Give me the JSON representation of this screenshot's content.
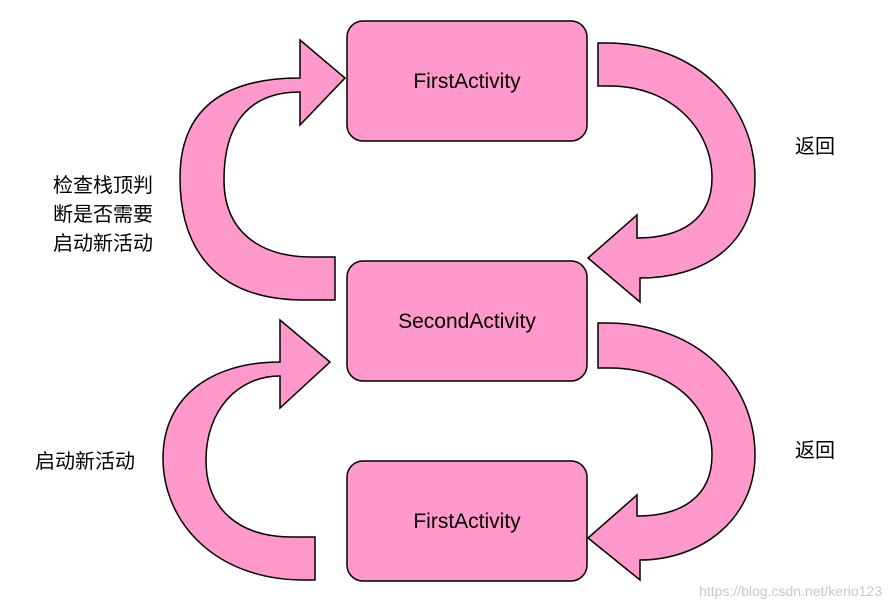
{
  "diagram": {
    "boxes": {
      "first_top": "FirstActivity",
      "second": "SecondActivity",
      "first_bottom": "FirstActivity"
    },
    "labels": {
      "check_stack": [
        "检查栈顶判",
        "断是否需要",
        "启动新活动"
      ],
      "start_new": "启动新活动",
      "return_top": "返回",
      "return_bottom": "返回"
    },
    "watermark": "https://blog.csdn.net/kerio123",
    "colors": {
      "fill": "#ff99cc",
      "stroke": "#000000",
      "watermark": "#c8c8c8"
    }
  }
}
